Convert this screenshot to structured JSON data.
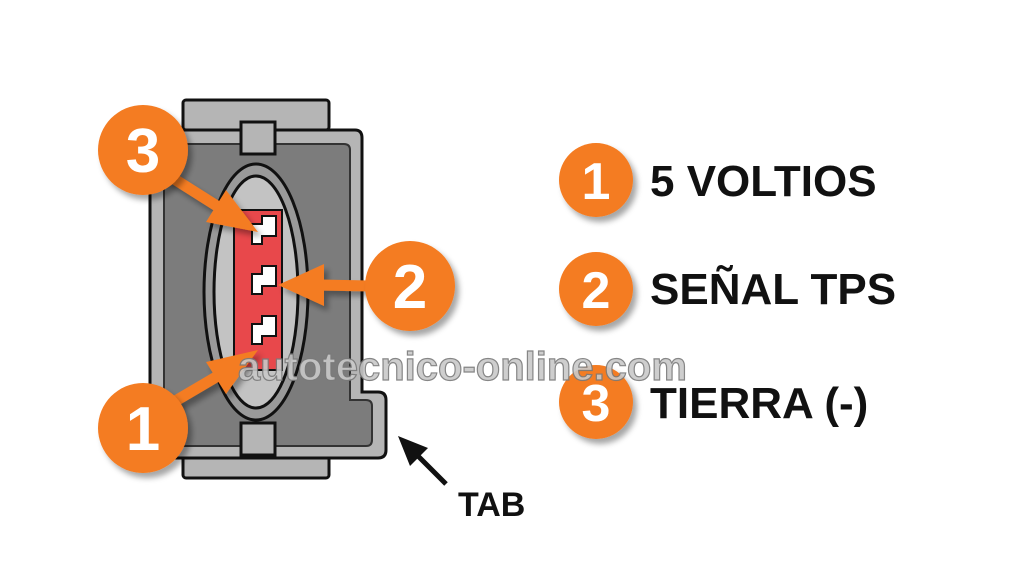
{
  "diagram": {
    "connector_tab_label": "TAB",
    "pin_badges": [
      "3",
      "2",
      "1"
    ]
  },
  "legend": {
    "items": [
      {
        "number": "1",
        "label": "5 VOLTIOS"
      },
      {
        "number": "2",
        "label": "SEÑAL TPS"
      },
      {
        "number": "3",
        "label": "TIERRA (-)"
      }
    ]
  },
  "watermark": "autotecnico-online.com",
  "colors": {
    "badge_orange": "#f47b20",
    "pin_red": "#e8484b",
    "housing_gray": "#7c7c7c",
    "housing_light": "#b5b5b5",
    "text": "#111111"
  }
}
